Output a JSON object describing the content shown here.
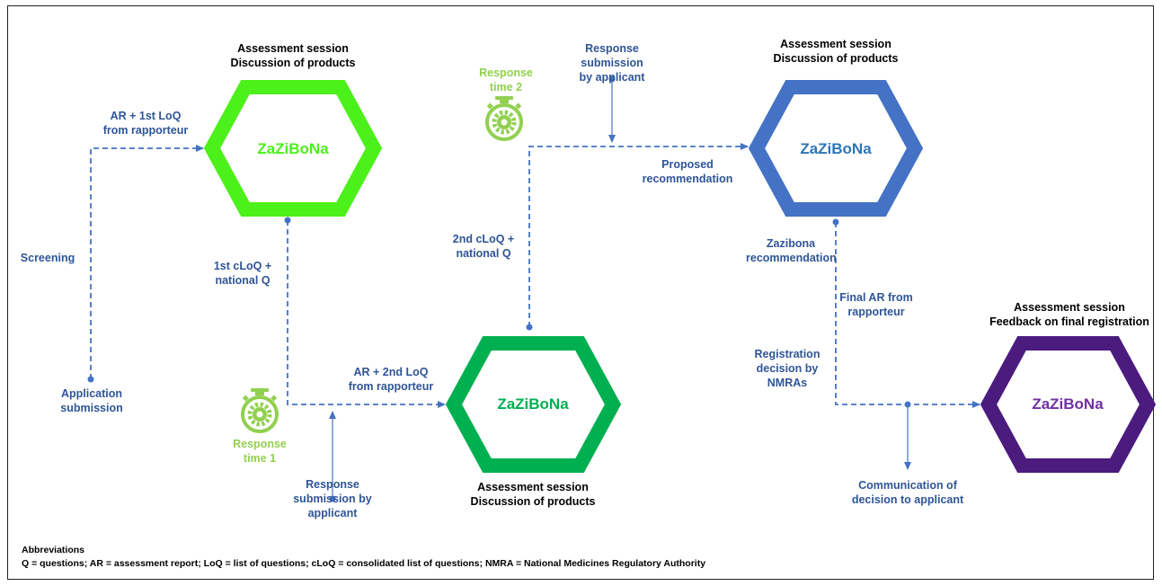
{
  "colors": {
    "connector": "#4472C4",
    "label_blue": "#2F5597",
    "timer_green": "#92D050",
    "hex1": "#4CF01A",
    "hex2": "#00B050",
    "hex3": "#4472C4",
    "hex4": "#4B1B7E"
  },
  "hexagons": [
    {
      "name": "ZaZiBoNa",
      "color": "#4CF01A",
      "text_color": "#4CF01A",
      "caption": [
        "Assessment session",
        "Discussion of products"
      ]
    },
    {
      "name": "ZaZiBoNa",
      "color": "#00B050",
      "text_color": "#00B050",
      "caption": [
        "Assessment session",
        "Discussion of products"
      ]
    },
    {
      "name": "ZaZiBoNa",
      "color": "#4472C4",
      "text_color": "#2E75B6",
      "caption": [
        "Assessment session",
        "Discussion of products"
      ]
    },
    {
      "name": "ZaZiBoNa",
      "color": "#4B1B7E",
      "text_color": "#7030A0",
      "caption": [
        "Assessment session",
        "Feedback on final registration"
      ]
    }
  ],
  "labels": {
    "ar_1st_loq": [
      "AR + 1st LoQ",
      "from rapporteur"
    ],
    "screening": [
      "Screening"
    ],
    "application_submission": [
      "Application",
      "submission"
    ],
    "first_cloq": [
      "1st cLoQ +",
      "national Q"
    ],
    "ar_2nd_loq": [
      "AR + 2nd LoQ",
      "from rapporteur"
    ],
    "response_submission_1": [
      "Response",
      "submission by",
      "applicant"
    ],
    "second_cloq": [
      "2nd cLoQ +",
      "national Q"
    ],
    "response_submission_2": [
      "Response",
      "submission",
      "by applicant"
    ],
    "proposed_recommendation": [
      "Proposed",
      "recommendation"
    ],
    "zazibona_recommendation": [
      "Zazibona",
      "recommendation"
    ],
    "final_ar": [
      "Final AR from",
      "rapporteur"
    ],
    "registration_decision": [
      "Registration",
      "decision by",
      "NMRAs"
    ],
    "communication": [
      "Communication of",
      "decision to applicant"
    ]
  },
  "timers": [
    {
      "label": [
        "Response",
        "time 1"
      ],
      "icon": "stopwatch-gear-icon"
    },
    {
      "label": [
        "Response",
        "time 2"
      ],
      "icon": "stopwatch-gear-icon"
    }
  ],
  "abbreviations": {
    "heading": "Abbreviations",
    "text": "Q =  questions; AR = assessment report; LoQ = list of questions; cLoQ = consolidated list of questions; NMRA = National Medicines Regulatory Authority"
  }
}
